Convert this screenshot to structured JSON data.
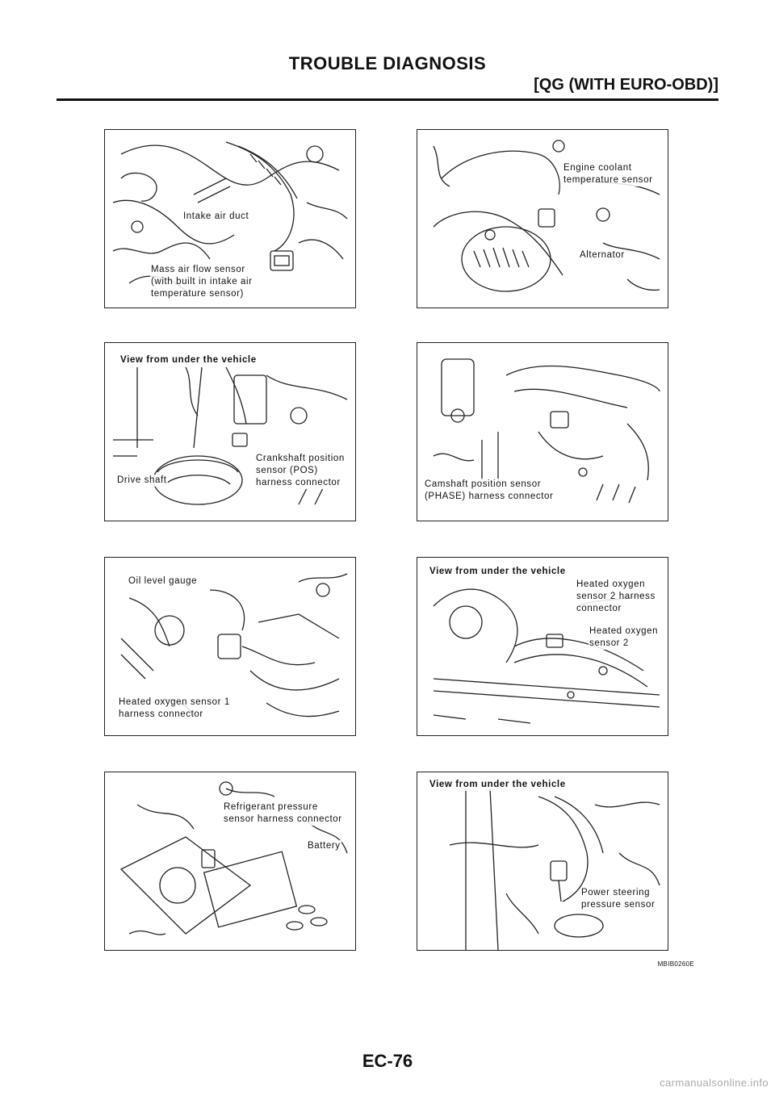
{
  "header": {
    "title": "TROUBLE DIAGNOSIS",
    "subtitle": "[QG (WITH EURO-OBD)]"
  },
  "figures": [
    {
      "labels": [
        "Intake air duct",
        "Mass air flow sensor",
        "(with built in intake air",
        "temperature sensor)"
      ]
    },
    {
      "labels": [
        "Engine coolant",
        "temperature sensor",
        "Alternator"
      ]
    },
    {
      "heading": "View from under the vehicle",
      "labels": [
        "Crankshaft position",
        "sensor (POS)",
        "harness connector",
        "Drive shaft"
      ]
    },
    {
      "labels": [
        "Camshaft position sensor",
        "(PHASE) harness connector"
      ]
    },
    {
      "labels": [
        "Oil level gauge",
        "Heated oxygen sensor 1",
        "harness connector"
      ]
    },
    {
      "heading": "View from under the vehicle",
      "labels": [
        "Heated oxygen",
        "sensor 2 harness",
        "connector",
        "Heated oxygen",
        "sensor 2"
      ]
    },
    {
      "labels": [
        "Refrigerant pressure",
        "sensor harness connector",
        "Battery"
      ]
    },
    {
      "heading": "View from under the vehicle",
      "labels": [
        "Power steering",
        "pressure sensor"
      ]
    }
  ],
  "figure_code": "MBIB0260E",
  "page_number": "EC-76",
  "watermark": "carmanualsonline.info"
}
